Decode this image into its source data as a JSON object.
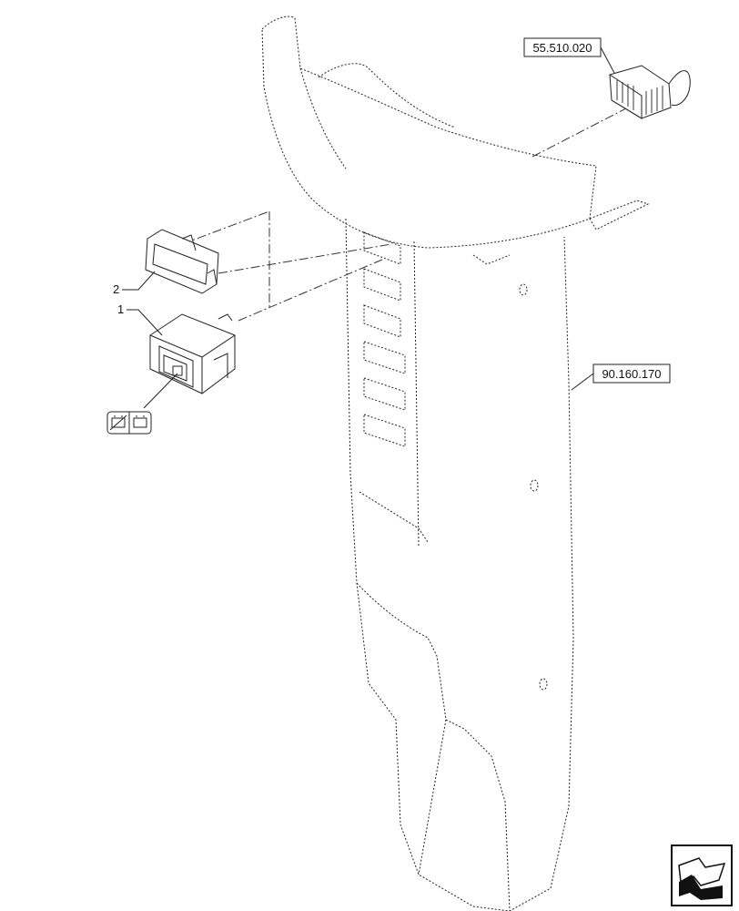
{
  "references": {
    "top_ref": "55.510.020",
    "side_ref": "90.160.170"
  },
  "callouts": {
    "item_1": "1",
    "item_2": "2"
  },
  "icons": {
    "battery_switch_symbol": "battery-disconnect-symbol-icon",
    "navigation_arrow": "navigation-arrow-icon"
  }
}
